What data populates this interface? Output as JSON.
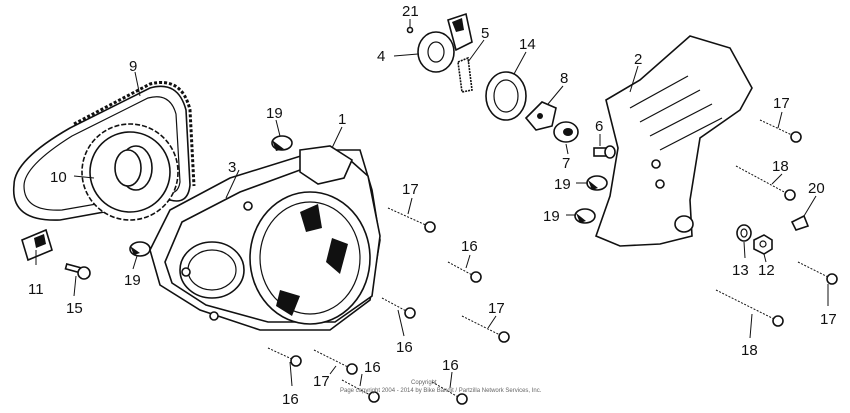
{
  "diagram": {
    "callouts": {
      "c1": "1",
      "c2": "2",
      "c3": "3",
      "c4": "4",
      "c5": "5",
      "c6": "6",
      "c7": "7",
      "c8": "8",
      "c9": "9",
      "c10": "10",
      "c11": "11",
      "c12": "12",
      "c13": "13",
      "c14": "14",
      "c15": "15",
      "c16a": "16",
      "c16b": "16",
      "c16c": "16",
      "c16d": "16",
      "c16e": "16",
      "c17a": "17",
      "c17b": "17",
      "c17c": "17",
      "c17d": "17",
      "c17e": "17",
      "c18a": "18",
      "c18b": "18",
      "c19a": "19",
      "c19b": "19",
      "c19c": "19",
      "c19d": "19",
      "c20": "20",
      "c21": "21"
    },
    "copyright_line1": "Copyright",
    "copyright_line2": "Page     copyright 2004 - 2014 by Bike Bandit / Partzilla Network Services, Inc."
  }
}
